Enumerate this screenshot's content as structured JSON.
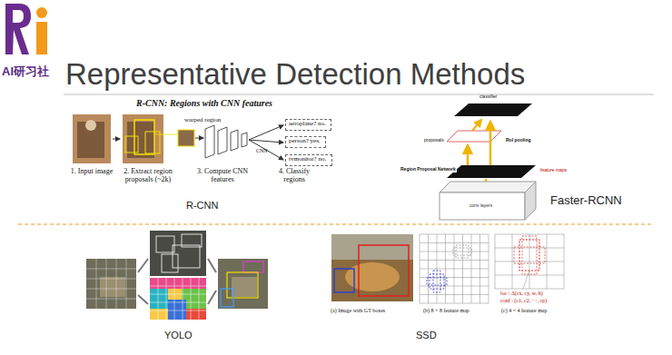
{
  "diagram": {
    "title": "Representative Detection Methods",
    "nodes": [
      {
        "text": [
          "aeroplane? no."
        ]
      },
      {
        "text": [
          "person? yes."
        ]
      },
      {
        "text": [
          "tvmonitor? no."
        ]
      }
    ],
    "labels": [
      "AI研习社",
      "R-CNN: Regions with CNN features",
      "warped region",
      "1. Input image",
      "2. Extract region proposals (~2k)",
      "3. Compute CNN features",
      "4. Classify regions",
      "CNN",
      "R-CNN",
      "classifier",
      "RoI pooling",
      "proposals",
      "Region Proposal Network",
      "feature maps",
      "conv layers",
      "Faster-RCNN",
      "YOLO",
      "(a) Image with GT boxes",
      "(b) 8 × 8 feature map",
      "(c) 4 × 4 feature map",
      "loc : Δ(cx, cy, w, h)",
      "conf : (c1, c2, ···, cp)",
      "SSD"
    ]
  }
}
